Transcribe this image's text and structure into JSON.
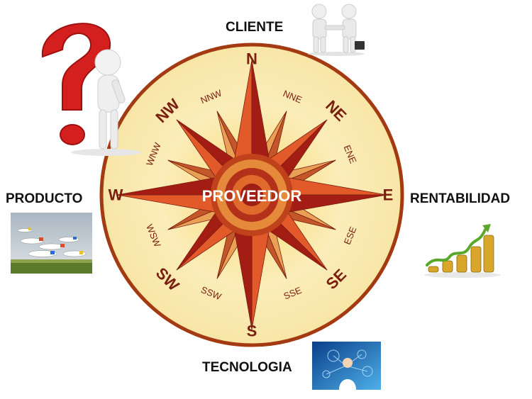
{
  "center_label": "PROVEEDOR",
  "compass": {
    "cardinal": [
      {
        "label": "N",
        "angle": 0
      },
      {
        "label": "E",
        "angle": 90
      },
      {
        "label": "S",
        "angle": 180
      },
      {
        "label": "W",
        "angle": 270
      }
    ],
    "intercardinal": [
      {
        "label": "NE",
        "angle": 45
      },
      {
        "label": "SE",
        "angle": 135
      },
      {
        "label": "SW",
        "angle": 225
      },
      {
        "label": "NW",
        "angle": 315
      }
    ],
    "secondary": [
      {
        "label": "NNE",
        "angle": 22.5
      },
      {
        "label": "ENE",
        "angle": 67.5
      },
      {
        "label": "ESE",
        "angle": 112.5
      },
      {
        "label": "SSE",
        "angle": 157.5
      },
      {
        "label": "SSW",
        "angle": 202.5
      },
      {
        "label": "WSW",
        "angle": 247.5
      },
      {
        "label": "WNW",
        "angle": 292.5
      },
      {
        "label": "NNW",
        "angle": 337.5
      }
    ]
  },
  "outer_labels": {
    "cliente": "CLIENTE",
    "producto": "PRODUCTO",
    "rentabilidad": "RENTABILIDAD",
    "tecnologia": "TECNOLOGIA"
  },
  "colors": {
    "disc_fill": "#fbefc0",
    "disc_border": "#a33a12",
    "glow": "#f7d56b",
    "point_dark": "#a31d14",
    "point_light": "#e25a2a",
    "small_point_dark": "#c4572a",
    "small_point_light": "#e9a055",
    "label": "#7a1e10",
    "center_text": "#ffffff",
    "question_mark": "#d41f1f"
  }
}
